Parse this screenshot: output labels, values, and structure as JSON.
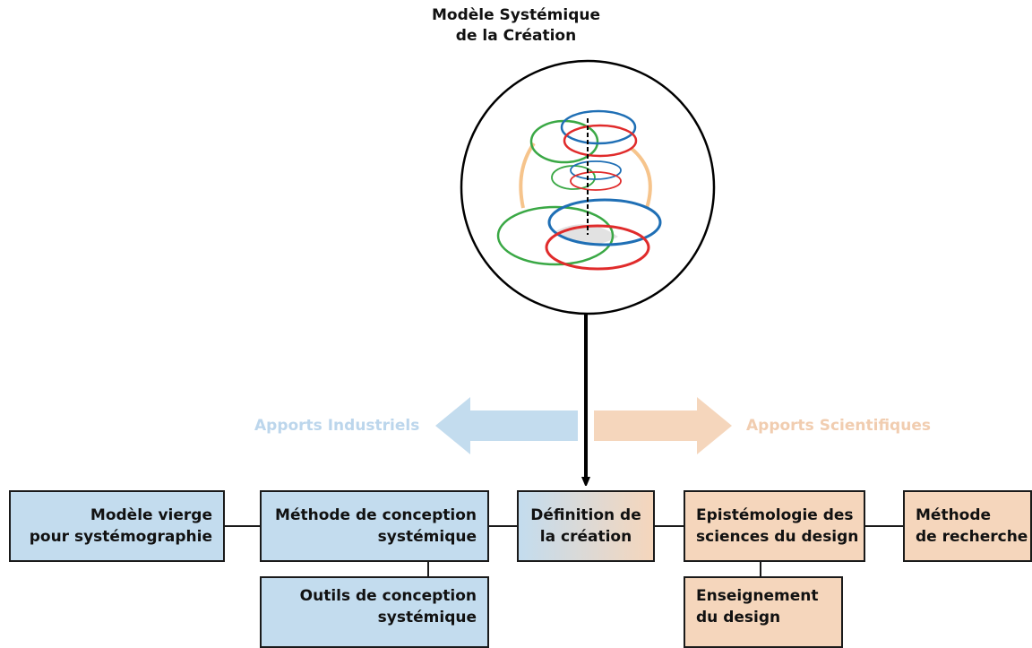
{
  "title": {
    "line1": "Modèle Systémique",
    "line2": "de la Création"
  },
  "arrows": {
    "left_label": "Apports Industriels",
    "right_label": "Apports Scientifiques",
    "left_color": "#c3dcee",
    "right_color": "#f5d6bc",
    "left_text_color": "#bcd6ec",
    "right_text_color": "#f1cdb0"
  },
  "colors": {
    "industrial_box": "#c3dcee",
    "scientific_box": "#f5d6bc",
    "model_green": "#3aa845",
    "model_blue": "#1f6fb5",
    "model_red": "#e02b2b",
    "model_orange": "#f6c48c"
  },
  "boxes": {
    "blank_model": {
      "line1": "Modèle vierge",
      "line2": "pour systémographie"
    },
    "method": {
      "line1": "Méthode de conception",
      "line2": "systémique"
    },
    "tools": {
      "line1": "Outils de conception",
      "line2": "systémique"
    },
    "definition": {
      "line1": "Définition de",
      "line2": "la création"
    },
    "epistemology": {
      "line1": "Epistémologie des",
      "line2": "sciences du design"
    },
    "research": {
      "line1": "Méthode",
      "line2": "de recherche"
    },
    "teaching": {
      "line1": "Enseignement",
      "line2": "du design"
    }
  }
}
